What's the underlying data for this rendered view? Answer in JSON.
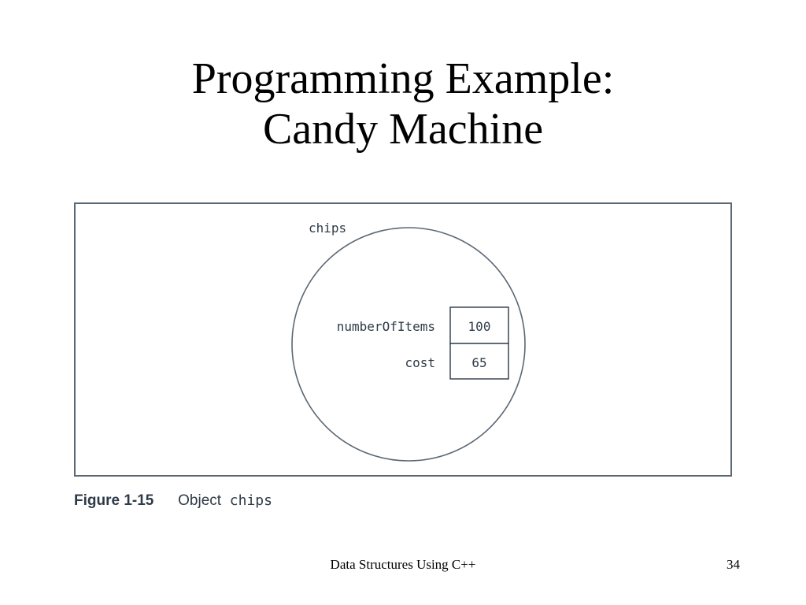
{
  "slide": {
    "title_line1": "Programming Example:",
    "title_line2": "Candy Machine"
  },
  "figure": {
    "object_name": "chips",
    "members": [
      {
        "name": "numberOfItems",
        "value": "100"
      },
      {
        "name": "cost",
        "value": "65"
      }
    ],
    "caption_label": "Figure 1-15",
    "caption_text": "Object",
    "caption_code": "chips"
  },
  "footer": {
    "course": "Data Structures Using C++",
    "page_number": "34"
  },
  "colors": {
    "diagram_stroke": "#5a6775",
    "caption_text": "#2e3a48"
  }
}
